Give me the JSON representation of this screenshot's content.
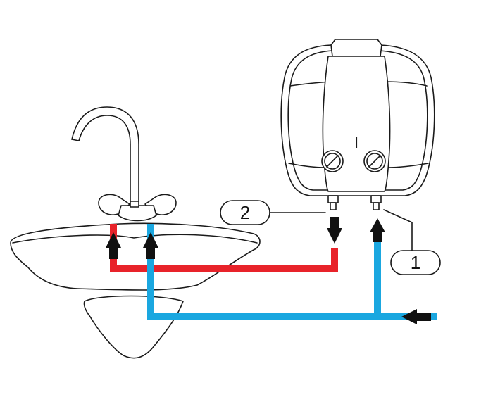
{
  "callouts": [
    {
      "id": "outlet",
      "label": "2"
    },
    {
      "id": "inlet",
      "label": "1"
    }
  ],
  "heater": {
    "display_mark": "I"
  },
  "colors": {
    "hot_pipe": "#e8232a",
    "cold_pipe": "#1aa7e0",
    "outline": "#1a1a1a",
    "arrow": "#111111"
  },
  "icons": {
    "flow_arrow": "arrow-icon",
    "heater_knob": "knob-icon"
  }
}
